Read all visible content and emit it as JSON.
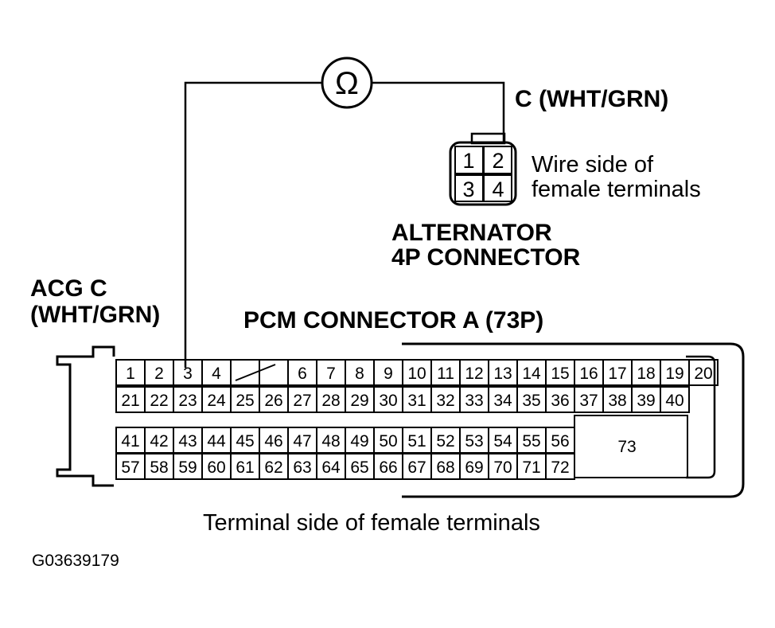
{
  "meter_symbol": "Ω",
  "labels": {
    "c_wire": "C (WHT/GRN)",
    "wire_side_1": "Wire side of",
    "wire_side_2": "female terminals",
    "alternator_1": "ALTERNATOR",
    "alternator_2": "4P CONNECTOR",
    "acg_1": "ACG C",
    "acg_2": "(WHT/GRN)",
    "pcm_title": "PCM CONNECTOR A (73P)",
    "terminal_side": "Terminal side of female terminals",
    "figure_id": "G03639179"
  },
  "alt_pins": [
    "1",
    "2",
    "3",
    "4"
  ],
  "pcm_rows": [
    [
      "1",
      "2",
      "3",
      "4",
      "/",
      "",
      "6",
      "7",
      "8",
      "9",
      "10",
      "11",
      "12",
      "13",
      "14",
      "15",
      "16",
      "17",
      "18",
      "19",
      "20"
    ],
    [
      "21",
      "22",
      "23",
      "24",
      "25",
      "26",
      "27",
      "28",
      "29",
      "30",
      "31",
      "32",
      "33",
      "34",
      "35",
      "36",
      "37",
      "38",
      "39",
      "40"
    ],
    [
      "41",
      "42",
      "43",
      "44",
      "45",
      "46",
      "47",
      "48",
      "49",
      "50",
      "51",
      "52",
      "53",
      "54",
      "55",
      "56"
    ],
    [
      "57",
      "58",
      "59",
      "60",
      "61",
      "62",
      "63",
      "64",
      "65",
      "66",
      "67",
      "68",
      "69",
      "70",
      "71",
      "72"
    ]
  ],
  "pcm_big_pin": "73"
}
